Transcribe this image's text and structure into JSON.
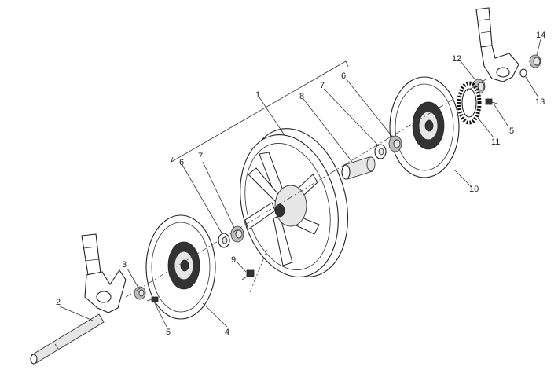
{
  "diagram": {
    "callouts": [
      {
        "id": "c1",
        "label": "1"
      },
      {
        "id": "c2",
        "label": "2"
      },
      {
        "id": "c3",
        "label": "3"
      },
      {
        "id": "c4",
        "label": "4"
      },
      {
        "id": "c5a",
        "label": "5"
      },
      {
        "id": "c5b",
        "label": "5"
      },
      {
        "id": "c6a",
        "label": "6"
      },
      {
        "id": "c6b",
        "label": "6"
      },
      {
        "id": "c7a",
        "label": "7"
      },
      {
        "id": "c7b",
        "label": "7"
      },
      {
        "id": "c8",
        "label": "8"
      },
      {
        "id": "c9",
        "label": "9"
      },
      {
        "id": "c10",
        "label": "10"
      },
      {
        "id": "c11",
        "label": "11"
      },
      {
        "id": "c12",
        "label": "12"
      },
      {
        "id": "c13",
        "label": "13"
      },
      {
        "id": "c14",
        "label": "14"
      }
    ]
  }
}
